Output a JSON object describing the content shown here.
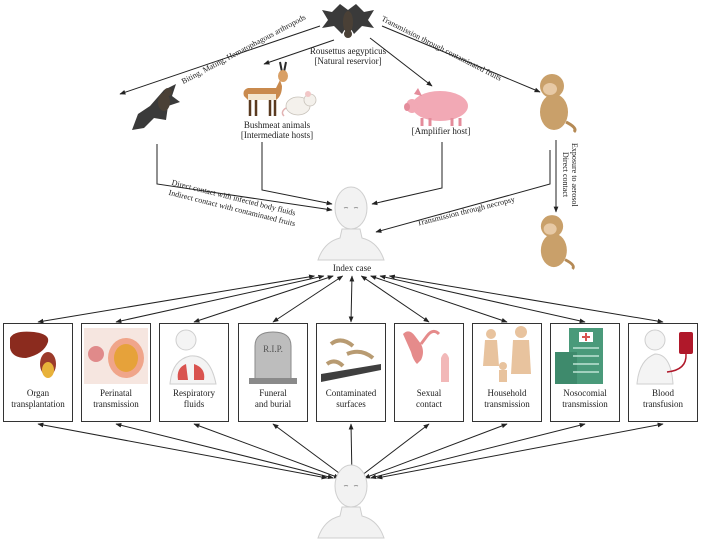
{
  "reservoir": {
    "name": "Rousettus aegypticus",
    "role": "[Natural reservior]"
  },
  "intermediate": {
    "name": "Bushmeat animals",
    "role": "[Intermediate hosts]"
  },
  "amplifier": {
    "role": "[Amplifier host]"
  },
  "edge_labels": {
    "biting": "Biting, Mating, Hematophagous arthropods",
    "fruits": "Transmission through contaminated fruits",
    "aerosol": "Exposure to aerosol",
    "direct": "Direct contact",
    "direct_fluids": "Direct contact with infected body fluids",
    "indirect_fruits": "Indirect contact with contaminated fruits",
    "necropsy": "Transmission through necropsy"
  },
  "index_case": "Index case",
  "routes": [
    {
      "line1": "Organ",
      "line2": "transplantation",
      "icon": "organ-icon"
    },
    {
      "line1": "Perinatal",
      "line2": "transmission",
      "icon": "pregnancy-icon"
    },
    {
      "line1": "Respiratory",
      "line2": "fluids",
      "icon": "lungs-icon"
    },
    {
      "line1": "Funeral",
      "line2": "and burial",
      "icon": "tombstone-icon",
      "icon_text": "R.I.P."
    },
    {
      "line1": "Contaminated",
      "line2": "surfaces",
      "icon": "surface-icon"
    },
    {
      "line1": "Sexual",
      "line2": "contact",
      "icon": "reproductive-icon"
    },
    {
      "line1": "Household",
      "line2": "transmission",
      "icon": "family-icon"
    },
    {
      "line1": "Nosocomial",
      "line2": "transmission",
      "icon": "hospital-icon"
    },
    {
      "line1": "Blood",
      "line2": "transfusion",
      "icon": "blood-bag-icon"
    }
  ],
  "colors": {
    "arrow": "#222222",
    "bat": "#3a3a3a",
    "monkey": "#c9a06a",
    "pig": "#f2a9b5",
    "skin": "#f0f0f0",
    "blood": "#b0182a"
  }
}
